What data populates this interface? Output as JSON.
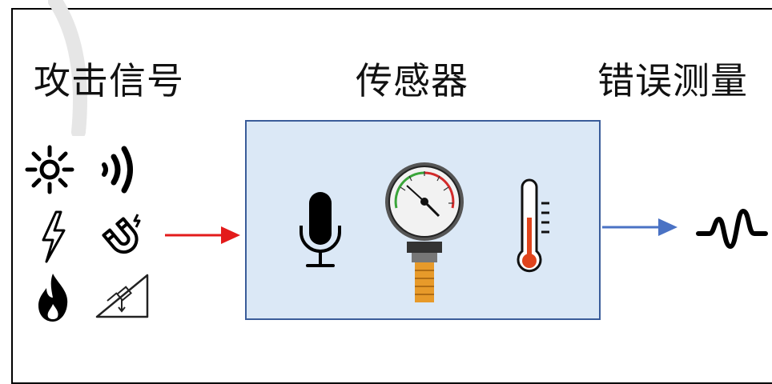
{
  "headings": {
    "attack_signals": "攻击信号",
    "sensors": "传感器",
    "wrong_measurement": "错误测量"
  },
  "attack_icons": [
    "sun-icon",
    "sound-waves-icon",
    "lightning-icon",
    "magnet-icon",
    "fire-icon",
    "slope-icon"
  ],
  "sensor_icons": [
    "microphone-icon",
    "pressure-gauge-icon",
    "thermometer-icon"
  ],
  "output_icon": "waveform-icon",
  "colors": {
    "attack_arrow": "#e31b1b",
    "output_arrow": "#4a72c4",
    "sensor_box_fill": "#dbe8f6",
    "sensor_box_border": "#3a5c9a",
    "gauge_green": "#3aa53a",
    "gauge_red": "#d22b2b",
    "thermo_red": "#e0441c",
    "brass": "#e79a2a"
  }
}
